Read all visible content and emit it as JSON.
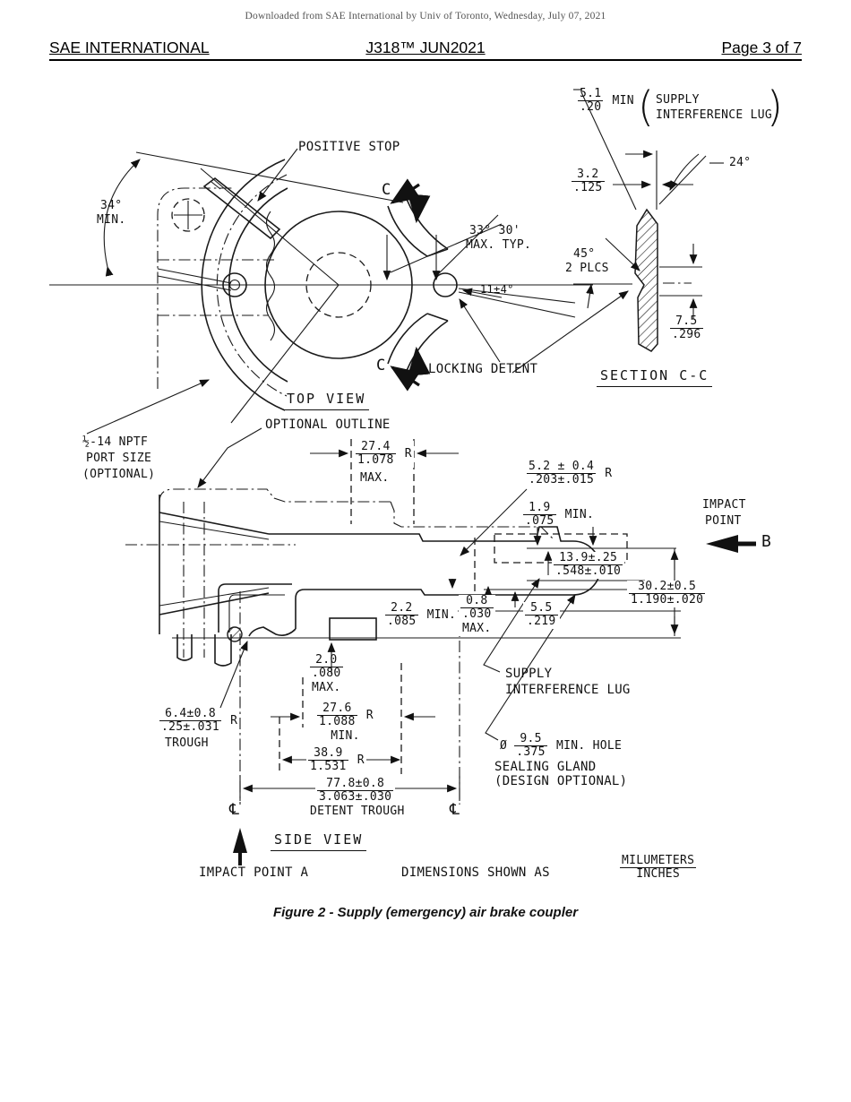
{
  "notice": "Downloaded from SAE International by Univ of Toronto, Wednesday, July 07, 2021",
  "header": {
    "left": "SAE INTERNATIONAL",
    "center": "J318™ JUN2021",
    "right": "Page 3 of 7"
  },
  "figure": {
    "caption": "Figure 2 - Supply (emergency) air brake coupler"
  },
  "views": {
    "top": "TOP VIEW",
    "side": "SIDE VIEW",
    "section": "SECTION C-C"
  },
  "units_note": {
    "prefix": "DIMENSIONS SHOWN AS",
    "mm": "MILUMETERS",
    "in": "INCHES"
  },
  "labels": {
    "positive_stop": "POSITIVE STOP",
    "min34_1": "34°",
    "min34_2": "MIN.",
    "c": "C",
    "max3330_1": "33° 30'",
    "max3330_2": "MAX. TYP.",
    "tol11": "11±4°",
    "locking_detent": "LOCKING DETENT",
    "optional_outline": "OPTIONAL OUTLINE",
    "port_1": "½-14 NPTF",
    "port_2": "PORT SIZE",
    "port_3": "(OPTIONAL)",
    "supply_lug_paren_1": "SUPPLY",
    "supply_lug_paren_2": "INTERFERENCE LUG",
    "deg24": "24°",
    "deg45_1": "45°",
    "deg45_2": "2 PLCS",
    "impact_b_1": "IMPACT",
    "impact_b_2": "POINT",
    "impact_b_3": "B",
    "impact_a": "IMPACT POINT A",
    "supply_1": "SUPPLY",
    "supply_2": "INTERFERENCE LUG",
    "hole_dia": "Ø",
    "hole_note": "MIN. HOLE",
    "sealing_1": "SEALING GLAND",
    "sealing_2": "(DESIGN OPTIONAL)",
    "detent_trough": "DETENT TROUGH",
    "centerline": "℄"
  },
  "dims": {
    "d5_1": {
      "mm": "5.1",
      "in": ".20",
      "note": "MIN"
    },
    "d3_2": {
      "mm": "3.2",
      "in": ".125"
    },
    "d7_5": {
      "mm": "7.5",
      "in": ".296"
    },
    "d27_4": {
      "mm": "27.4",
      "in": "1.078",
      "suffix": "R",
      "note": "MAX."
    },
    "d5_2": {
      "mm": "5.2 ± 0.4",
      "in": ".203±.015",
      "suffix": "R"
    },
    "d1_9": {
      "mm": "1.9",
      "in": ".075",
      "note": "MIN."
    },
    "d13_9": {
      "mm": "13.9±.25",
      "in": ".548±.010"
    },
    "d30_2": {
      "mm": "30.2±0.5",
      "in": "1.190±.020"
    },
    "d2_2": {
      "mm": "2.2",
      "in": ".085",
      "note": "MIN."
    },
    "d0_8": {
      "mm": "0.8",
      "in": ".030",
      "note": "MAX."
    },
    "d5_5": {
      "mm": "5.5",
      "in": ".219"
    },
    "d2_0": {
      "mm": "2.0",
      "in": ".080",
      "note": "MAX."
    },
    "d27_6": {
      "mm": "27.6",
      "in": "1.088",
      "suffix": "R",
      "note": "MIN."
    },
    "d6_4": {
      "mm": "6.4±0.8",
      "in": ".25±.031",
      "suffix": "R",
      "note": "TROUGH"
    },
    "d38_9": {
      "mm": "38.9",
      "in": "1.531",
      "suffix": "R"
    },
    "d77_8": {
      "mm": "77.8±0.8",
      "in": "3.063±.030"
    },
    "d9_5": {
      "mm": "9.5",
      "in": ".375"
    }
  }
}
